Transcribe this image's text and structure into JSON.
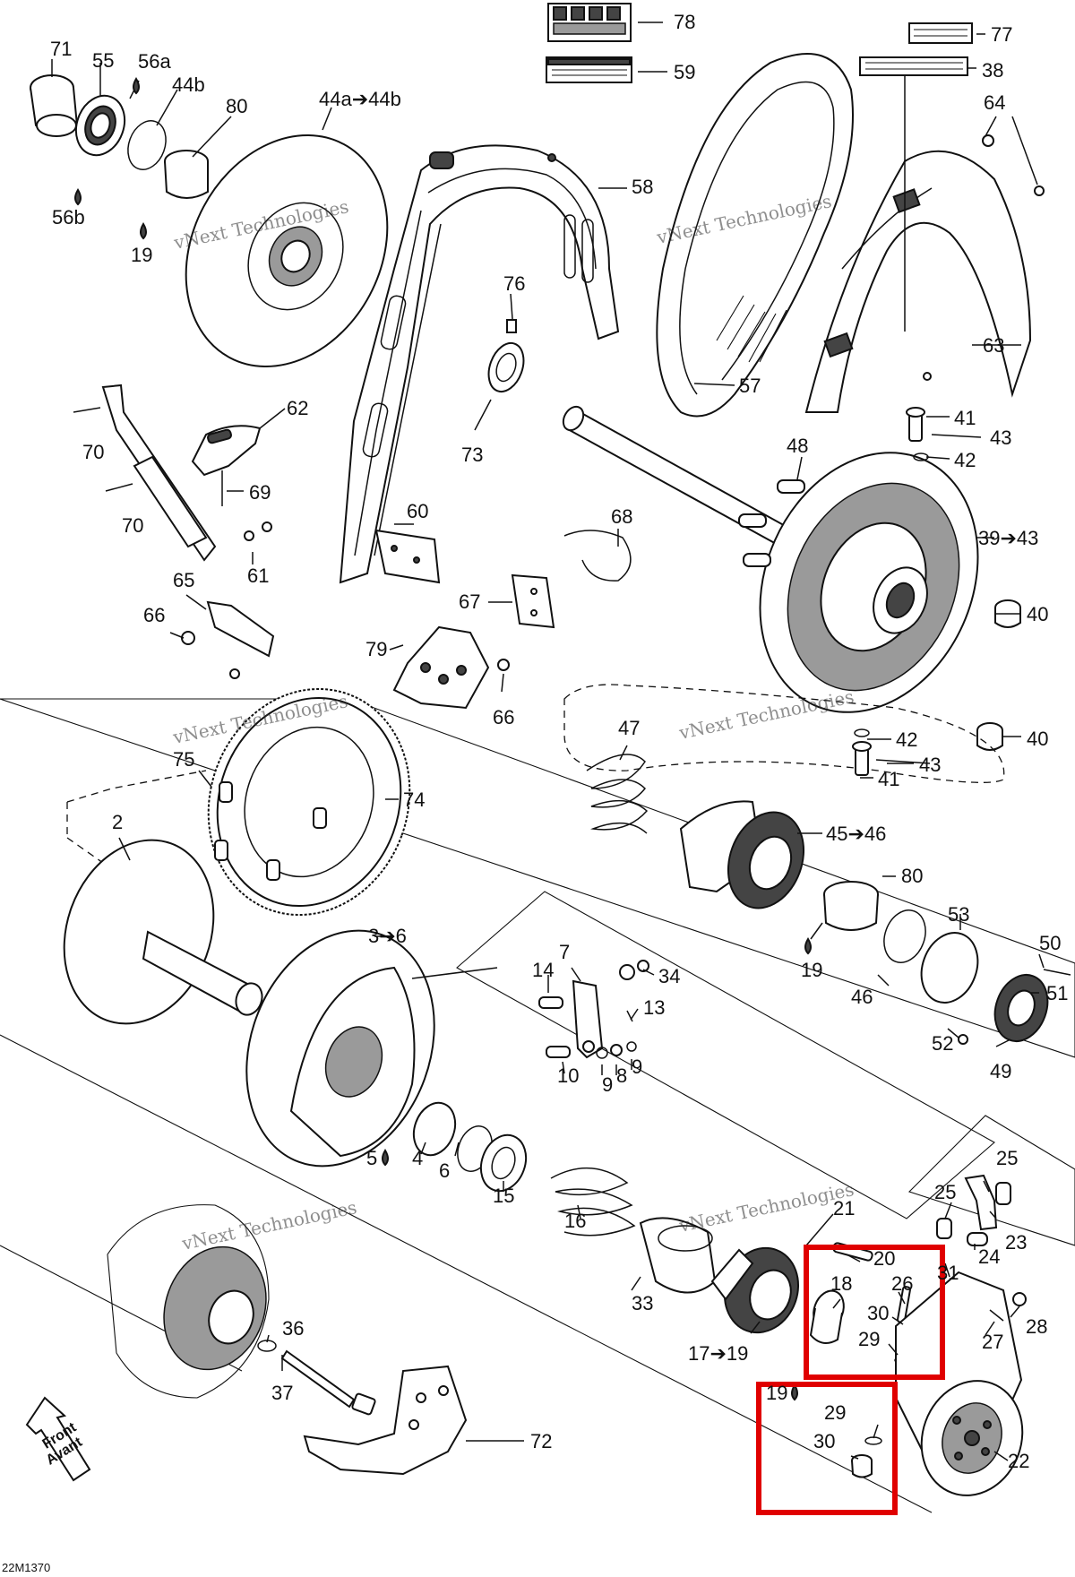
{
  "diagram": {
    "drawing_code": "22M1370",
    "watermark": [
      "vNext Technologies",
      "vNext Technologies",
      "vNext Technologies",
      "vNext Technologies"
    ],
    "front_label": [
      "Front",
      "Avant"
    ],
    "highlight_color": "#e00000",
    "callouts": {
      "c71": "71",
      "c55": "55",
      "c56a": "56a",
      "c44b": "44b",
      "c56b": "56b",
      "c80a": "80",
      "c19a": "19",
      "c44a": "44a➔44b",
      "c78": "78",
      "c59": "59",
      "c77": "77",
      "c38": "38",
      "c64": "64",
      "c58": "58",
      "c76": "76",
      "c62": "62",
      "c70a": "70",
      "c73": "73",
      "c57": "57",
      "c63": "63",
      "c41a": "41",
      "c43a": "43",
      "c42a": "42",
      "c48": "48",
      "c69": "69",
      "c70b": "70",
      "c60": "60",
      "c68": "68",
      "c39": "39➔43",
      "c61": "61",
      "c65": "65",
      "c67": "67",
      "c40a": "40",
      "c66a": "66",
      "c79": "79",
      "c66b": "66",
      "c47": "47",
      "c42b": "42",
      "c40b": "40",
      "c75": "75",
      "c43b": "43",
      "c41b": "41",
      "c74": "74",
      "c2": "2",
      "c45": "45➔46",
      "c80b": "80",
      "c3": "3➔6",
      "c53": "53",
      "c7": "7",
      "c14": "14",
      "c34": "34",
      "c19b": "19",
      "c50": "50",
      "c13": "13",
      "c46": "46",
      "c51": "51",
      "c52": "52",
      "c10": "10",
      "c9a": "9",
      "c8": "8",
      "c9b": "9",
      "c49": "49",
      "c5": "5",
      "c4": "4",
      "c6": "6",
      "c15": "15",
      "c25a": "25",
      "c25b": "25",
      "c23": "23",
      "c24": "24",
      "c21": "21",
      "c20": "20",
      "c16": "16",
      "c26": "26",
      "c18": "18",
      "c31": "31",
      "c28": "28",
      "c30a": "30",
      "c29a": "29",
      "c27": "27",
      "c33": "33",
      "c36": "36",
      "c17": "17➔19",
      "c19c": "19",
      "c29b": "29",
      "c30b": "30",
      "c37": "37",
      "c72": "72",
      "c22": "22"
    }
  }
}
